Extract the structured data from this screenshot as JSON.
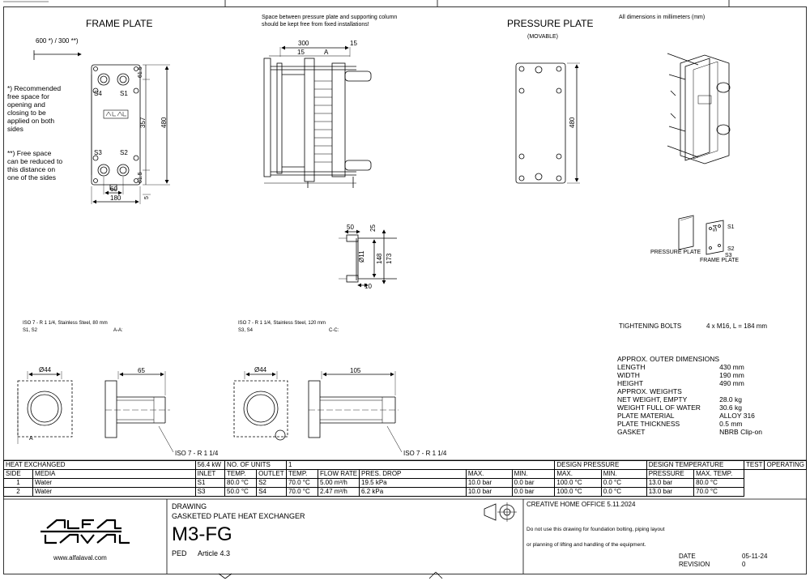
{
  "header": {
    "frame_plate_title": "FRAME PLATE",
    "pressure_plate_title": "PRESSURE PLATE",
    "movable_label": "(MOVABLE)",
    "all_dims_note": "All dimensions in millimeters (mm)",
    "space_note_1": "Space between pressure plate and supporting column",
    "space_note_2": "should be kept free from fixed installations!"
  },
  "frame_plate": {
    "clearance_dim": "600 *) / 300 **)",
    "ports": [
      "S4",
      "S1",
      "S3",
      "S2"
    ],
    "dims": {
      "d615a": "61.5",
      "d357": "357",
      "d480": "480",
      "d615b": "61.5",
      "d60": "60",
      "d180": "180",
      "d5": "5"
    }
  },
  "notes": {
    "note1": "*) Recommended free space for opening and closing to be applied on both sides",
    "note2": "**) Free space can be reduced to this distance on one of the sides"
  },
  "side_view": {
    "dim_300": "300",
    "dim_15a": "15",
    "dim_a": "A",
    "dim_15b": "15"
  },
  "pressure_plate": {
    "dim_480": "480"
  },
  "bolt_detail": {
    "d50": "50",
    "d25": "25",
    "d11": "Ø11",
    "d148": "148",
    "d173": "173",
    "d10": "10"
  },
  "iso_view": {
    "pressure_label": "PRESSURE PLATE",
    "frame_label": "FRAME PLATE",
    "s1": "S1",
    "s2": "S2",
    "s3": "S3",
    "s4": "S4"
  },
  "connections": {
    "left_spec": "ISO 7 - R 1 1/4, Stainless Steel, 80 mm",
    "left_ports": "S1, S2",
    "left_section": "A-A:",
    "right_spec": "ISO 7 - R 1 1/4, Stainless Steel, 120 mm",
    "right_ports": "S3, S4",
    "right_section": "C-C:",
    "left_dia": "Ø44",
    "left_len": "65",
    "right_dia": "Ø44",
    "right_len": "105",
    "left_thread": "ISO 7 - R 1 1/4",
    "right_thread": "ISO 7 - R 1 1/4",
    "a_label": "A"
  },
  "tightening": {
    "label": "TIGHTENING BOLTS",
    "value": "4 x M16, L = 184 mm"
  },
  "specs": [
    {
      "label": "APPROX. OUTER DIMENSIONS",
      "value": ""
    },
    {
      "label": "LENGTH",
      "value": "430 mm"
    },
    {
      "label": "WIDTH",
      "value": "190 mm"
    },
    {
      "label": "HEIGHT",
      "value": "490 mm"
    },
    {
      "label": "APPROX. WEIGHTS",
      "value": ""
    },
    {
      "label": "NET WEIGHT, EMPTY",
      "value": "28.0 kg"
    },
    {
      "label": "WEIGHT FULL OF WATER",
      "value": "30.6 kg"
    },
    {
      "label": "PLATE MATERIAL",
      "value": "ALLOY 316"
    },
    {
      "label": "PLATE THICKNESS",
      "value": "0.5 mm"
    },
    {
      "label": "GASKET",
      "value": "NBRB Clip-on"
    }
  ],
  "table": {
    "heat_exchanged_label": "HEAT EXCHANGED",
    "heat_exchanged_value": "56.4 kW",
    "units_label": "NO. OF UNITS",
    "units_value": "1",
    "design_pressure": "DESIGN PRESSURE",
    "design_temperature": "DESIGN TEMPERATURE",
    "test": "TEST",
    "operating": "OPERATING",
    "headers": [
      "SIDE",
      "MEDIA",
      "INLET",
      "TEMP.",
      "OUTLET",
      "TEMP.",
      "FLOW RATE",
      "PRES. DROP",
      "MAX.",
      "MIN.",
      "MAX.",
      "MIN.",
      "PRESSURE",
      "MAX. TEMP."
    ],
    "rows": [
      [
        "1",
        "Water",
        "S1",
        "80.0 °C",
        "S2",
        "70.0 °C",
        "5.00 m³/h",
        "19.5 kPa",
        "10.0 bar",
        "0.0 bar",
        "100.0 °C",
        "0.0 °C",
        "13.0 bar",
        "80.0 °C"
      ],
      [
        "2",
        "Water",
        "S3",
        "50.0 °C",
        "S4",
        "70.0 °C",
        "2.47 m³/h",
        "6.2 kPa",
        "10.0 bar",
        "0.0 bar",
        "100.0 °C",
        "0.0 °C",
        "13.0 bar",
        "70.0 °C"
      ]
    ]
  },
  "title_block": {
    "logo_url": "www.alfalaval.com",
    "drawing_label": "DRAWING",
    "product_desc": "GASKETED PLATE HEAT EXCHANGER",
    "model": "M3-FG",
    "ped": "PED",
    "article": "Article 4.3",
    "office": "CREATIVE HOME OFFICE 5.11.2024",
    "disclaimer_1": "Do not use this drawing for foundation bolting, piping layout",
    "disclaimer_2": "or planning of lifting and handling of the equipment.",
    "date_label": "DATE",
    "date_value": "05-11-24",
    "revision_label": "REVISION",
    "revision_value": "0"
  }
}
